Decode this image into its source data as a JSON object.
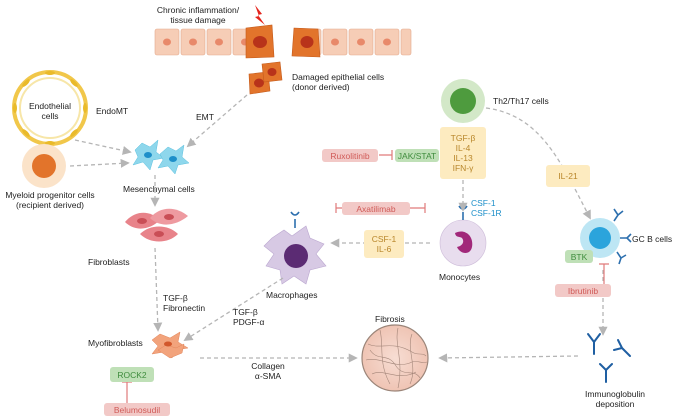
{
  "labels": {
    "chronic_inflammation": "Chronic inflammation/\ntissue damage",
    "damaged_epithelial": "Damaged epithelial cells\n(donor derived)",
    "endothelial": "Endothelial\ncells",
    "endomt": "EndoMT",
    "emt": "EMT",
    "myeloid": "Myeloid progenitor cells\n(recipient derived)",
    "mesenchymal": "Mesenchymal cells",
    "fibroblasts": "Fibroblasts",
    "tgf_fibronectin": "TGF-β\nFibronectin",
    "myofibroblasts": "Myofibroblasts",
    "macrophages": "Macrophages",
    "tgf_pdgf": "TGF-β\nPDGF-α",
    "monocytes": "Monocytes",
    "th_cells": "Th2/Th17 cells",
    "gcb": "GC B cells",
    "fibrosis": "Fibrosis",
    "collagen": "Collagen\nα-SMA",
    "immunoglobulin": "Immunoglobulin\ndeposition"
  },
  "boxes": {
    "ruxolitinib": "Ruxolitinib",
    "jakstat": "JAK/STAT",
    "th_cytokines": "TGF-β\nIL-4\nIL-13\nIFN-γ",
    "il21": "IL-21",
    "axatilimab": "Axatilimab",
    "csf_il6": "CSF-1\nIL-6",
    "btk": "BTK",
    "ibrutinib": "Ibrutinib",
    "rock2": "ROCK2",
    "belumosudil": "Belumosudil"
  },
  "csf": {
    "csf1": "CSF-1",
    "csf1r": "CSF-1R"
  }
}
